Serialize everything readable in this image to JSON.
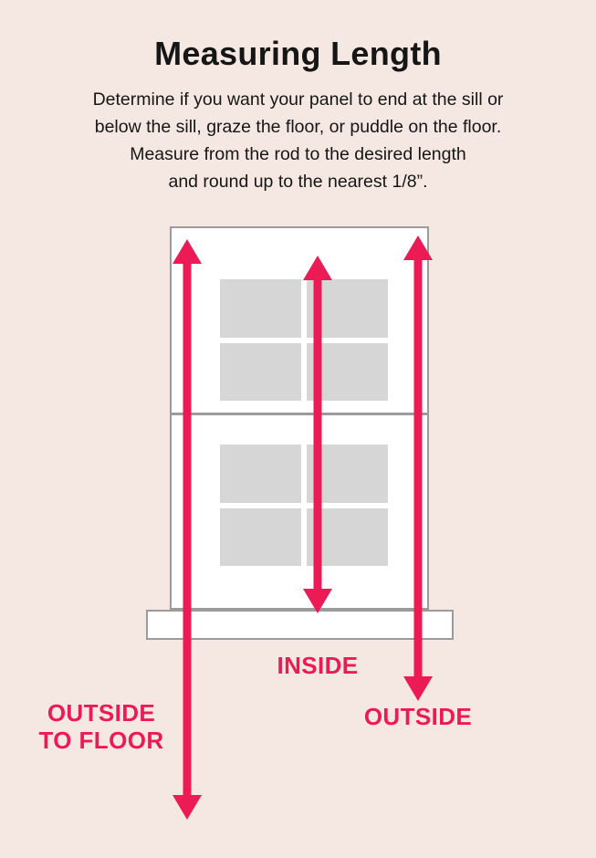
{
  "colors": {
    "background": "#F5E8E2",
    "accent": "#EC1A55",
    "pane": "#D6D6D6",
    "frame_border": "#9B9B9B",
    "window_fill": "#FFFFFF",
    "text": "#161616"
  },
  "header": {
    "title": "Measuring Length",
    "description_lines": [
      "Determine if you want your panel to end at the sill or",
      "below the sill, graze the floor, or puddle on the floor.",
      "Measure from the rod to the desired length",
      "and round up to the nearest 1/8”."
    ]
  },
  "diagram": {
    "labels": {
      "inside": "INSIDE",
      "outside": "OUTSIDE",
      "outside_to_floor_line1": "OUTSIDE",
      "outside_to_floor_line2": "TO FLOOR"
    }
  }
}
